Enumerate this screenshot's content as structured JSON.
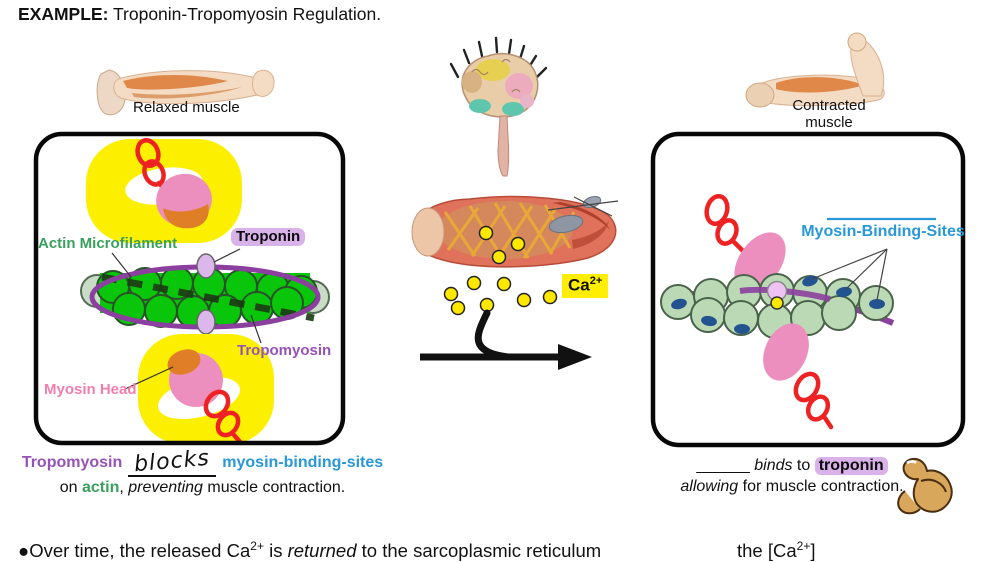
{
  "title": {
    "example": "EXAMPLE:",
    "rest": " Troponin-Tropomyosin Regulation."
  },
  "left_panel": {
    "arm_caption": "Relaxed muscle",
    "labels": {
      "actin": "Actin Microfilament",
      "troponin": "Troponin",
      "tropomyosin": "Tropomyosin",
      "myosin_head": "Myosin Head"
    },
    "caption": {
      "tropomyosin": "Tropomyosin",
      "blank_word": "blocks",
      "binding_sites": "myosin-binding-sites",
      "on": "on ",
      "actin": "actin",
      "comma": ", ",
      "preventing": "preventing",
      "rest": " muscle contraction."
    }
  },
  "middle_panel": {
    "ca_label": "Ca",
    "ca_sup": "2+",
    "figures": {
      "brain": "brain-with-spinal-cord-illustration",
      "muscle_fiber": "skeletal-muscle-fiber-illustration",
      "ions": "calcium-ion-dots",
      "arrow": "reaction-arrow"
    }
  },
  "right_panel": {
    "arm_caption_line1": "Contracted",
    "arm_caption_line2": "muscle",
    "binding_sites_label": "Myosin-Binding-Sites",
    "caption": {
      "blank": "______ ",
      "binds": "binds",
      "to": " to ",
      "troponin": "troponin",
      "allowing": "allowing",
      "rest": " for muscle contraction."
    },
    "figures": {
      "bicep": "flexed-bicep-clipart"
    }
  },
  "bottom_note": {
    "bullet": "●",
    "pre": "Over time, the released Ca",
    "sup1": "2+",
    "mid": " is ",
    "returned": "returned",
    "post": " to the sarcoplasmic reticulum",
    "frag_pre": "the [Ca",
    "sup2": "2+",
    "frag_post": "]"
  },
  "colors": {
    "green_text": "#3aa05e",
    "purple_text": "#9752b8",
    "pink_text": "#f07fae",
    "blue_text": "#2898d8",
    "lavender_highlight": "#d8b2e8",
    "yellow_highlight": "#fcf000",
    "actin_green": "#0ac60a",
    "tropomyosin_purple": "#8b3f9e",
    "myosin_pink": "#ec8fbe",
    "myosin_tail_red": "#ee2222",
    "binding_site_navy": "#24548f",
    "calcium_yellow": "#ffe800"
  }
}
